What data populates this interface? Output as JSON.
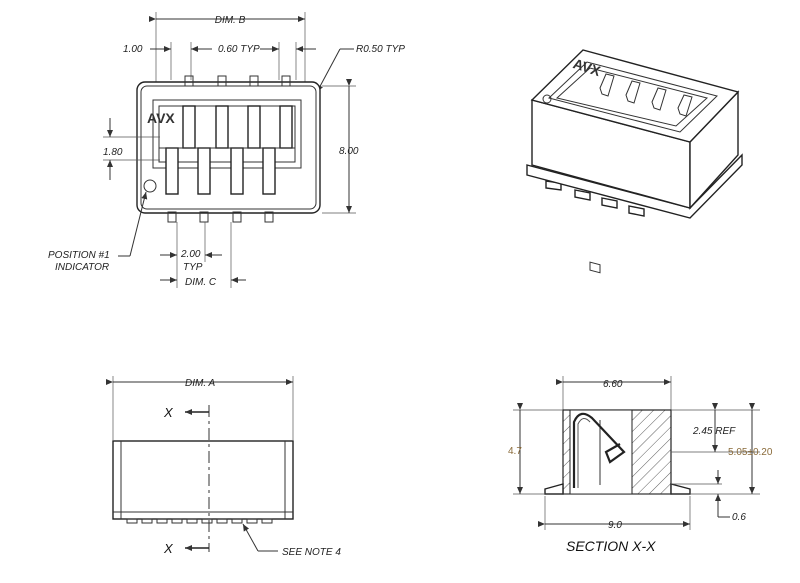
{
  "top_view": {
    "dim_b": "DIM. B",
    "pitch_left": "1.00",
    "pitch_typ": "0.60 TYP",
    "radius": "R0.50 TYP",
    "row_gap": "1.80",
    "height": "8.00",
    "pitch_bottom": "2.00",
    "pitch_bottom_typ": "TYP",
    "dim_c": "DIM. C",
    "indicator_line1": "POSITION #1",
    "indicator_line2": "INDICATOR",
    "logo": "AVX"
  },
  "iso_view": {
    "logo": "AVX"
  },
  "side_view": {
    "dim_a": "DIM. A",
    "cut_top": "X",
    "cut_bottom": "X",
    "note": "SEE NOTE 4"
  },
  "section_view": {
    "width_top": "6.60",
    "left_height": "4.7",
    "ref": "2.45 REF",
    "tol": "5.05±0.20",
    "width_bottom": "9.0",
    "foot": "0.6",
    "title": "SECTION X-X"
  }
}
